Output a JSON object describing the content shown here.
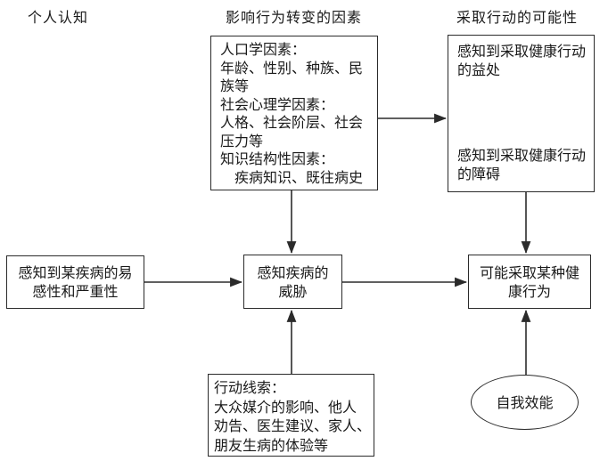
{
  "diagram": {
    "column_headers": {
      "personal_cognition": "个人认知",
      "modifying_factors": "影响行为转变的因素",
      "likelihood_of_action": "采取行动的可能性"
    },
    "factors_box": {
      "lines": [
        "人口学因素：",
        "年龄、性别、种族、民",
        "族等",
        "社会心理学因素：",
        "人格、社会阶层、社会",
        "压力等",
        "知识结构性因素：",
        "　疾病知识、既往病史"
      ]
    },
    "outcome_box": {
      "benefits_lines": [
        "感知到采取健康行动",
        "的益处"
      ],
      "barriers_lines": [
        "感知到采取健康行动",
        "的障碍"
      ]
    },
    "susceptibility_box": {
      "lines": [
        "感知到某疾病的易",
        "感性和严重性"
      ]
    },
    "threat_box": {
      "lines": [
        "感知疾病的",
        "威胁"
      ]
    },
    "behavior_box": {
      "lines": [
        "可能采取某种健",
        "康行为"
      ]
    },
    "cues_box": {
      "lines": [
        "行动线索：",
        "大众媒介的影响、他人",
        "劝告、医生建议、家人、",
        "朋友生病的体验等"
      ]
    },
    "self_efficacy": {
      "label": "自我效能"
    },
    "colors": {
      "line": "#2b2b2b",
      "text": "#1a1a1a",
      "background": "#ffffff"
    }
  }
}
